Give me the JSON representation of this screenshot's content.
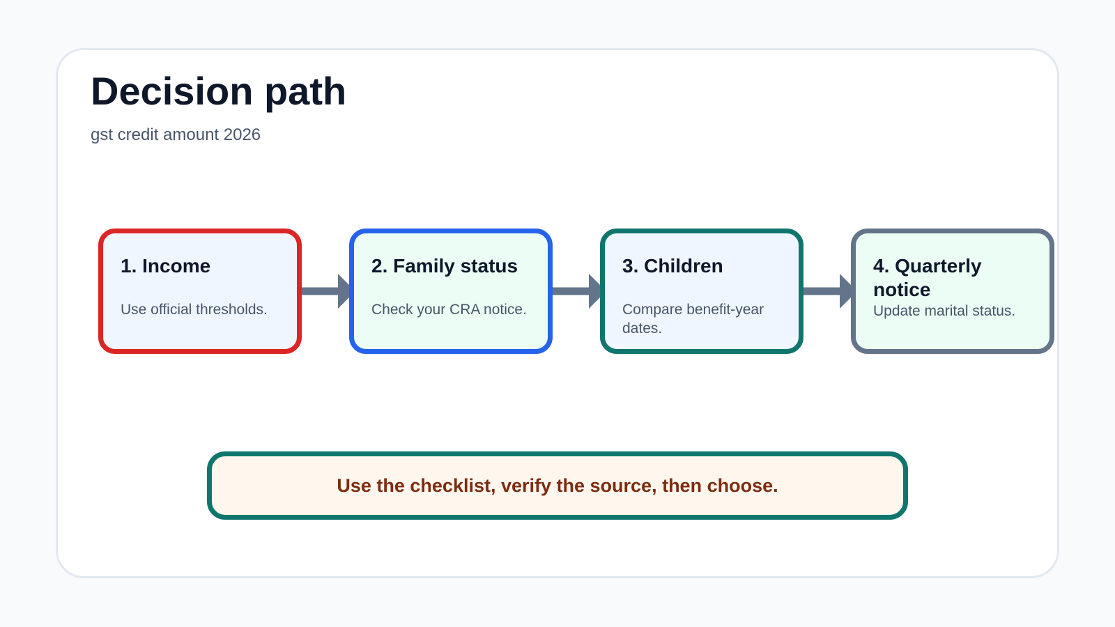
{
  "title": "Decision path",
  "subtitle": "gst credit amount 2026",
  "steps": [
    {
      "title": "1. Income",
      "description": "Use official thresholds.",
      "border_color": "#dc2626",
      "fill_color": "#eff6ff"
    },
    {
      "title": "2. Family status",
      "description": "Check your CRA notice.",
      "border_color": "#2563eb",
      "fill_color": "#ecfdf5"
    },
    {
      "title": "3. Children",
      "description": "Compare benefit-year dates.",
      "border_color": "#0f766e",
      "fill_color": "#eff6ff"
    },
    {
      "title": "4. Quarterly notice",
      "description": "Update marital status.",
      "border_color": "#64748b",
      "fill_color": "#ecfdf5"
    }
  ],
  "connector_color": "#64748b",
  "note": {
    "text": "Use the checklist, verify the source, then choose.",
    "border_color": "#0f766e",
    "fill_color": "#fff7ed",
    "text_color": "#7c2d12"
  }
}
